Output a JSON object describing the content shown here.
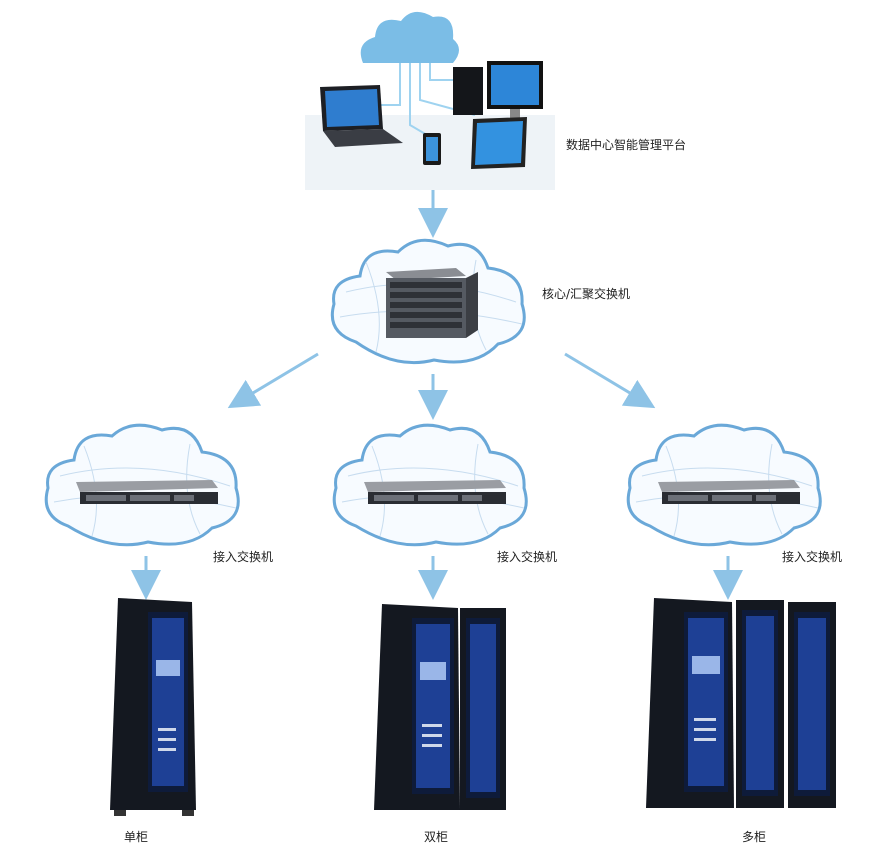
{
  "platform": {
    "label": "数据中心智能管理平台",
    "icon": "cloud-devices-icon"
  },
  "core_switch": {
    "label": "核心/汇聚交换机",
    "icon": "chassis-switch-icon"
  },
  "access_switches": [
    {
      "label": "接入交换机",
      "icon": "access-switch-icon"
    },
    {
      "label": "接入交换机",
      "icon": "access-switch-icon"
    },
    {
      "label": "接入交换机",
      "icon": "access-switch-icon"
    }
  ],
  "cabinets": [
    {
      "label": "单柜",
      "icon": "single-cabinet-icon"
    },
    {
      "label": "双柜",
      "icon": "double-cabinet-icon"
    },
    {
      "label": "多柜",
      "icon": "multi-cabinet-icon"
    }
  ],
  "colors": {
    "arrow": "#8ec3e6",
    "cloud_outline": "#6aa8d8",
    "cabinet": "#141820",
    "cabinet_glow": "#3a6cff"
  }
}
